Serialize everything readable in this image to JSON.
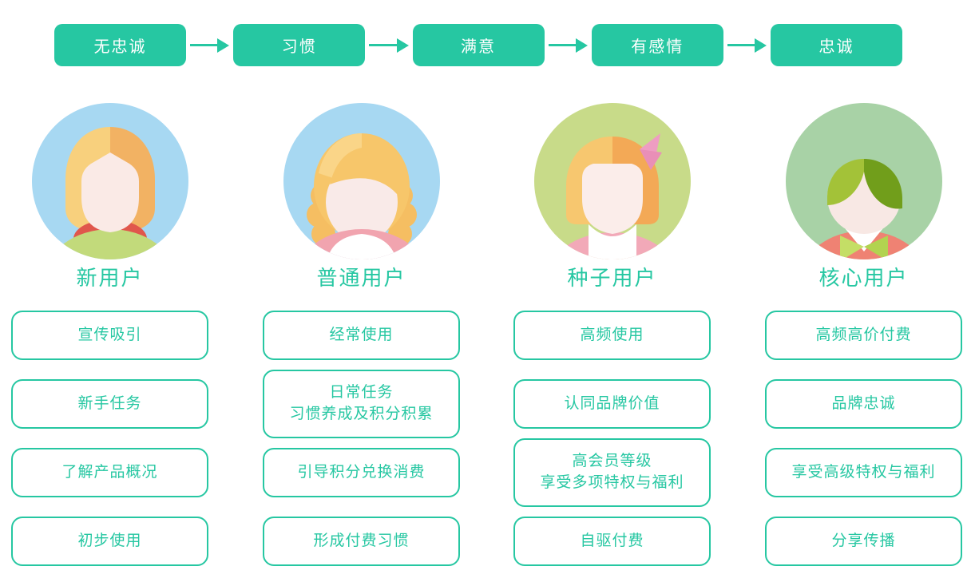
{
  "accent_color": "#26c7a2",
  "flow": {
    "steps": [
      {
        "label": "无忠诚"
      },
      {
        "label": "习惯"
      },
      {
        "label": "满意"
      },
      {
        "label": "有感情"
      },
      {
        "label": "忠诚"
      }
    ]
  },
  "columns": [
    {
      "title": "新用户",
      "avatar_icon": "girl-short-blonde-hair-avatar",
      "avatar_bg": "#a7d8f2",
      "boxes": [
        "宣传吸引",
        "新手任务",
        "了解产品概况",
        "初步使用"
      ]
    },
    {
      "title": "普通用户",
      "avatar_icon": "girl-curly-blonde-hair-avatar",
      "avatar_bg": "#a7d8f2",
      "boxes": [
        "经常使用",
        "日常任务\n习惯养成及积分积累",
        "引导积分兑换消费",
        "形成付费习惯"
      ]
    },
    {
      "title": "种子用户",
      "avatar_icon": "girl-bob-hair-pink-bow-avatar",
      "avatar_bg": "#c8db89",
      "boxes": [
        "高频使用",
        "认同品牌价值",
        "高会员等级\n享受多项特权与福利",
        "自驱付费"
      ]
    },
    {
      "title": "核心用户",
      "avatar_icon": "boy-green-hair-bowtie-avatar",
      "avatar_bg": "#a8d2a6",
      "boxes": [
        "高频高价付费",
        "品牌忠诚",
        "享受高级特权与福利",
        "分享传播"
      ]
    }
  ]
}
